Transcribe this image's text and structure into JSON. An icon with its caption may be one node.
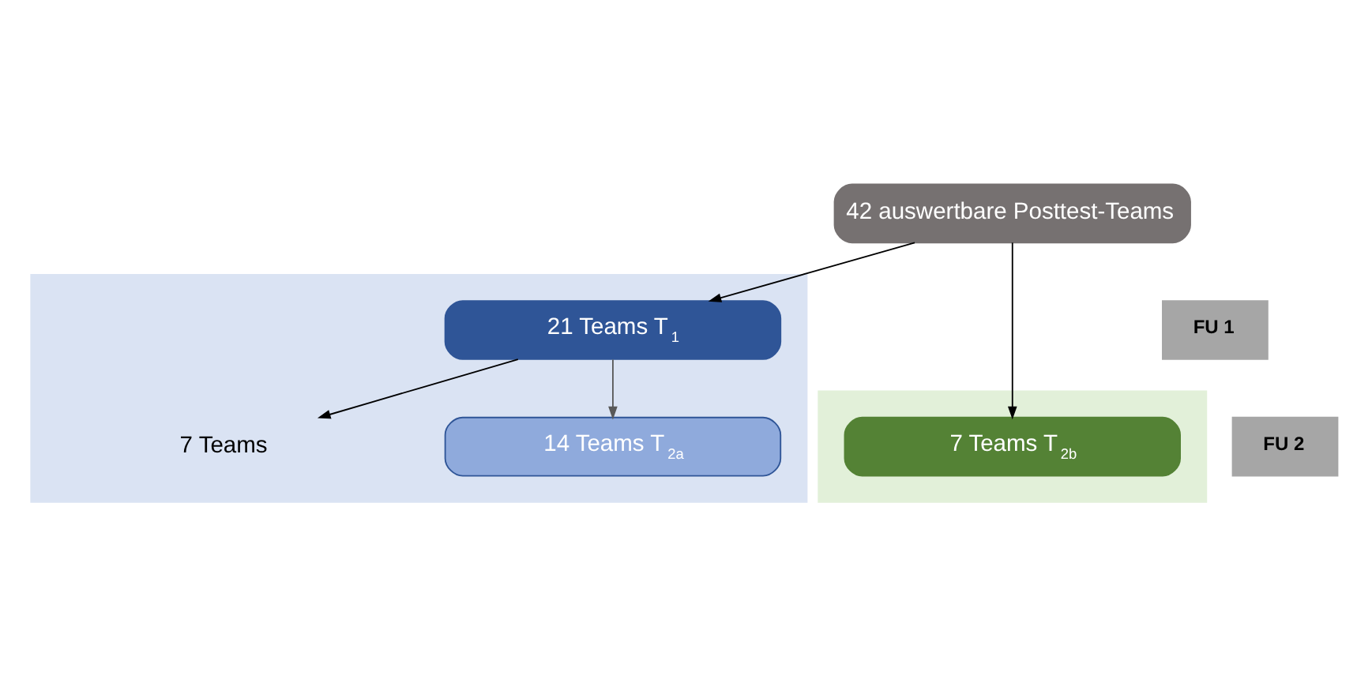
{
  "diagram": {
    "nodes": [
      {
        "text": [
          "42 auswertbare Posttest-Teams"
        ]
      },
      {
        "text": [],
        "shape": "box"
      },
      {
        "text": [
          "21 Teams T$_{1}$"
        ],
        "in": 1
      },
      {
        "text": [
          "7 Teams"
        ],
        "in": 1
      },
      {
        "text": [
          "14 Teams T$_{2a}$"
        ],
        "in": 1
      },
      {
        "text": [],
        "shape": "box"
      },
      {
        "text": [
          "7 Teams T$_{2b}$"
        ],
        "in": 5
      }
    ],
    "edges": [
      {
        "from": 0,
        "to": 2,
        "arrow": "to"
      },
      {
        "from": 2,
        "to": 3,
        "arrow": "to"
      },
      {
        "from": 2,
        "to": 4,
        "arrow": "to",
        "color": "#595959"
      },
      {
        "from": 0,
        "to": 6,
        "arrow": "to"
      }
    ],
    "labels": [
      "FU 1",
      "FU 2"
    ]
  }
}
